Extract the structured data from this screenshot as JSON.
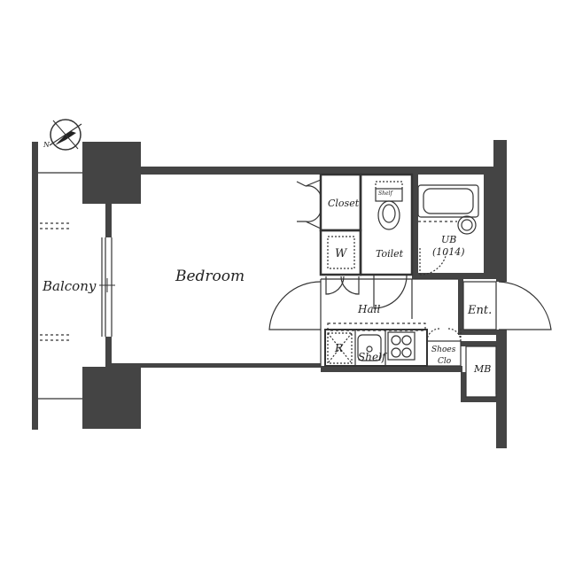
{
  "rooms": {
    "balcony": "Balcony",
    "bedroom": "Bedroom",
    "closet": "Closet",
    "w": "W",
    "toilet": "Toilet",
    "ub": "UB",
    "ub_size": "(1014)",
    "hall": "Hall",
    "ent": "Ent.",
    "r": "R",
    "shelf": "Shelf",
    "shelf_small": "Shelf",
    "shoes": "Shoes",
    "clo": "Clo",
    "mb": "MB"
  },
  "compass": {
    "north_label": "N"
  },
  "colors": {
    "wall": "#444444",
    "line": "#333333",
    "background": "#ffffff"
  }
}
